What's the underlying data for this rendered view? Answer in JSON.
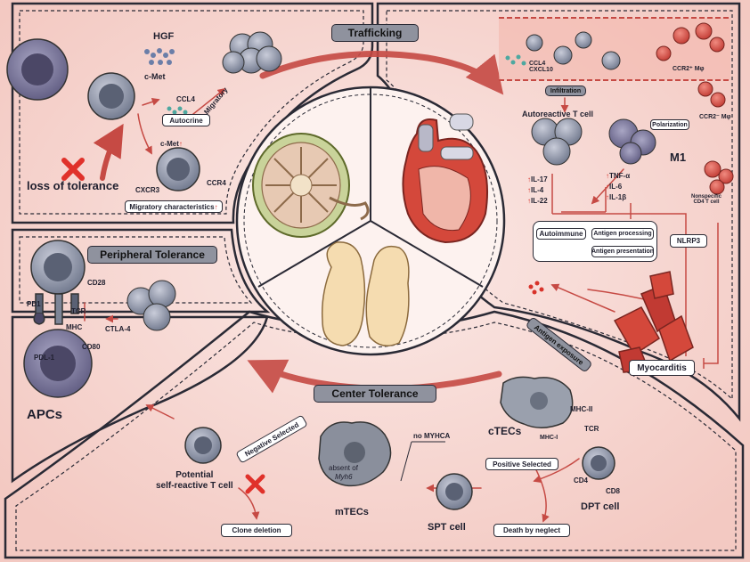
{
  "headings": {
    "trafficking": "Trafficking",
    "peripheral_tolerance": "Peripheral Tolerance",
    "center_tolerance": "Center Tolerance"
  },
  "trafficking_left": {
    "hgf": "HGF",
    "c_met": "c-Met",
    "ccl4": "CCL4",
    "autocrine": "Autocrine",
    "migratory": "Migratory",
    "c_met_up": "c-Met",
    "cxcr3": "CXCR3",
    "ccr4": "CCR4",
    "migratory_characteristics": "Migratory characteristics",
    "loss_of_tolerance": "loss of tolerance"
  },
  "trafficking_right": {
    "ccl4_cxcl10": "CCL4\nCXCL10",
    "infiltration": "Infiltration",
    "ccr2_pos_mphi": "CCR2⁺ Mφ",
    "ccr2_neg_mphi": "CCR2⁻ Mφ",
    "autoreactive_t_cell": "Autoreactive T cell",
    "polarization": "Polarization",
    "m1": "M1",
    "il17": "IL-17",
    "il4": "IL-4",
    "il22": "IL-22",
    "tnf_alpha": "TNF-α",
    "il6": "IL-6",
    "il1b": "IL-1β",
    "nonspecific_cd4": "Nonspecific\nCD4 T cell",
    "autoimmune": "Autoimmune",
    "antigen_processing": "Antigen processing",
    "antigen_presentation": "Antigen presentation",
    "nlrp3": "NLRP3",
    "antigen_exposure": "Antigen exposure",
    "myocarditis": "Myocarditis"
  },
  "peripheral": {
    "pd1": "PD1",
    "cd28": "CD28",
    "tcr": "TCR",
    "mhc": "MHC",
    "ctla4": "CTLA-4",
    "pdl1": "PDL-1",
    "cd80": "CD80",
    "apcs": "APCs"
  },
  "center": {
    "mhc_ii": "MHC-II",
    "mhc_i": "MHC-I",
    "tcr": "TCR",
    "ctecs": "cTECs",
    "positive_selected": "Positive Selected",
    "cd4": "CD4",
    "cd8": "CD8",
    "dpt_cell": "DPT cell",
    "death_by_neglect": "Death by neglect",
    "spt_cell": "SPT cell",
    "no_myhca": "no MYHCA",
    "absent_of": "absent of",
    "myh6": "Myh6",
    "mtecs": "mTECs",
    "negative_selected": "Negative Selected",
    "potential_self_reactive": "Potential\nself-reactive T cell",
    "clone_deletion": "Clone deletion"
  },
  "colors": {
    "background": "#fbe9e6",
    "panel": "#f6d3cd",
    "arrow_red": "#c64a44",
    "cell_grey": "#7d8597",
    "cell_purple": "#8e8fb5",
    "cross_red": "#e0312a",
    "heart_red": "#d4483b",
    "tissue_yellow": "#f5dcb0"
  }
}
